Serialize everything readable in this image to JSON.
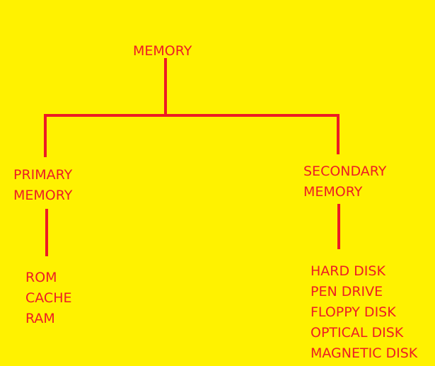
{
  "colors": {
    "background": "#FFF200",
    "accent": "#ED1C24"
  },
  "diagram": {
    "root": {
      "label": "MEMORY"
    },
    "primary": {
      "label_line1": "PRIMARY",
      "label_line2": "MEMORY",
      "items": [
        "ROM",
        "CACHE",
        "RAM"
      ]
    },
    "secondary": {
      "label_line1": "SECONDARY",
      "label_line2": "MEMORY",
      "items": [
        "HARD DISK",
        "PEN DRIVE",
        "FLOPPY DISK",
        "OPTICAL DISK",
        "MAGNETIC DISK"
      ]
    }
  }
}
